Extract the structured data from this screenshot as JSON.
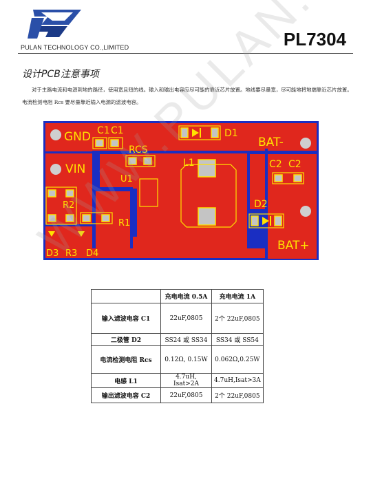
{
  "header": {
    "company": "PULAN TECHNOLOGY CO.,LIMITED",
    "part_number": "PL7304"
  },
  "section": {
    "title": "设计PCB注意事项",
    "paragraph": "对于主路电流和电源到地的路径，使用宽且短的线。输入和输出电容应尽可能的靠近芯片放置。地线要尽量宽，尽可能地将地端靠近芯片放置。  电流检测电阻  Rcs 要尽量靠近输入电源的滤波电容。"
  },
  "pcb": {
    "labels": {
      "gnd": "GND",
      "c1a": "C1",
      "c1b": "C1",
      "rcs": "RCS",
      "d1": "D1",
      "bat_minus": "BAT-",
      "vin": "VIN",
      "u1": "U1",
      "l1": "L1",
      "c2a": "C2",
      "c2b": "C2",
      "r2": "R2",
      "r1": "R1",
      "d2": "D2",
      "d3": "D3",
      "r3": "R3",
      "d4": "D4",
      "bat_plus": "BAT+"
    },
    "colors": {
      "copper": "#e0271d",
      "substrate": "#1a2ec2",
      "silk": "#ffe300",
      "pad": "#c4c4c4"
    }
  },
  "table": {
    "headers": [
      "",
      "充电电流  0.5A",
      "充电电流  1A"
    ],
    "rows": [
      [
        "输入滤波电容  C1",
        "22uF,0805",
        "2个 22uF,0805"
      ],
      [
        "二极管  D2",
        "SS24 或  SS34",
        "SS34 或  SS54"
      ],
      [
        "电流检测电阻  Rcs",
        "0.12Ω, 0.15W",
        "0.062Ω,0.25W"
      ],
      [
        "电感  L1",
        "4.7uH, Isat>2A",
        "4.7uH,Isat>3A"
      ],
      [
        "输出滤波电容  C2",
        "22uF,0805",
        "2个 22uF,0805"
      ]
    ]
  },
  "watermark": "WWW.PULAN.COM"
}
